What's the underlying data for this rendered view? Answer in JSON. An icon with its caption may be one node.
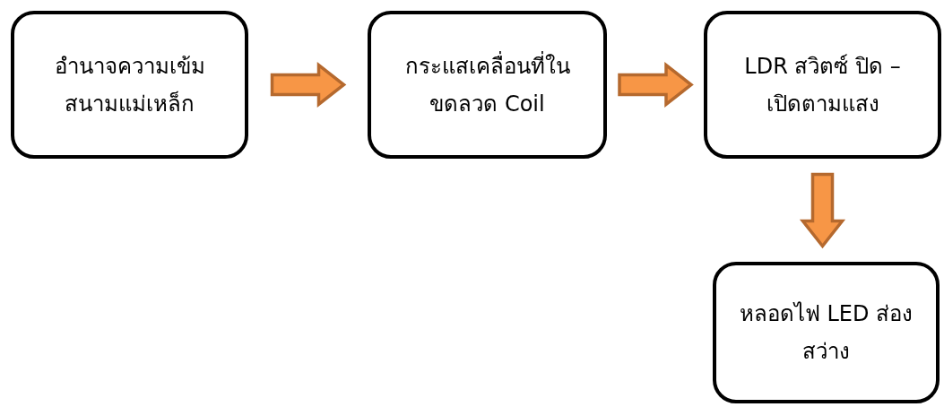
{
  "diagram": {
    "nodes": [
      {
        "text": [
          "อำนาจความเข้มสนามแม่เหล็ก"
        ]
      },
      {
        "text": [
          "กระแสเคลื่อนที่ในขดลวด Coil"
        ]
      },
      {
        "text": [
          "LDR สวิตซ์ ปิด – เปิดตามแสง"
        ]
      },
      {
        "text": [
          "หลอดไฟ LED ส่องสว่าง"
        ]
      }
    ],
    "edges": [
      {
        "from": 0,
        "to": 1,
        "arrow": "to"
      },
      {
        "from": 1,
        "to": 2,
        "arrow": "to"
      },
      {
        "from": 2,
        "to": 3,
        "arrow": "to"
      }
    ]
  }
}
